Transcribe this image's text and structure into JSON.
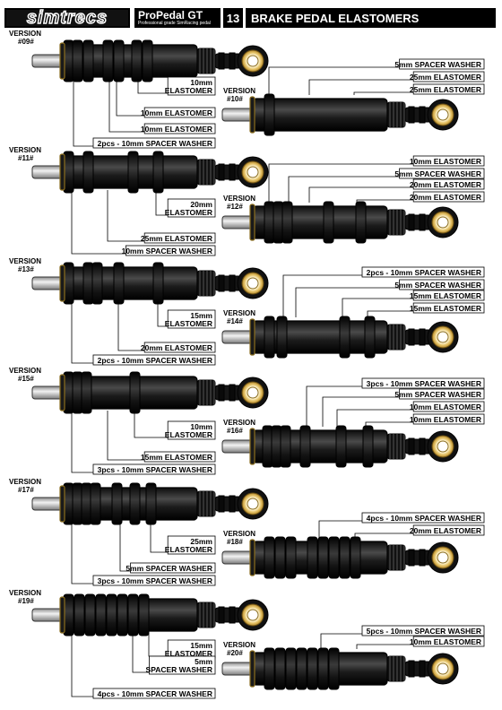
{
  "header": {
    "logo": "simtrecs",
    "product": "ProPedal GT",
    "tagline": "Professional grade SimRacing pedal",
    "page_number": "13",
    "title": "BRAKE PEDAL ELASTOMERS"
  },
  "versions": [
    {
      "id": "v09",
      "label1": "VERSION",
      "label2": "#09#",
      "callouts": [
        [
          "10mm",
          "ELASTOMER"
        ],
        [
          "10mm ELASTOMER"
        ],
        [
          "10mm ELASTOMER"
        ],
        [
          "2pcs - 10mm SPACER WASHER"
        ]
      ]
    },
    {
      "id": "v10",
      "label1": "VERSION",
      "label2": "#10#",
      "callouts": [
        [
          "5mm SPACER WASHER"
        ],
        [
          "25mm ELASTOMER"
        ],
        [
          "25mm ELASTOMER"
        ]
      ]
    },
    {
      "id": "v11",
      "label1": "VERSION",
      "label2": "#11#",
      "callouts": [
        [
          "20mm",
          "ELASTOMER"
        ],
        [
          "25mm ELASTOMER"
        ],
        [
          "10mm SPACER WASHER"
        ]
      ]
    },
    {
      "id": "v12",
      "label1": "VERSION",
      "label2": "#12#",
      "callouts": [
        [
          "10mm ELASTOMER"
        ],
        [
          "5mm SPACER WASHER"
        ],
        [
          "20mm ELASTOMER"
        ],
        [
          "20mm ELASTOMER"
        ]
      ]
    },
    {
      "id": "v13",
      "label1": "VERSION",
      "label2": "#13#",
      "callouts": [
        [
          "15mm",
          "ELASTOMER"
        ],
        [
          "20mm ELASTOMER"
        ],
        [
          "2pcs - 10mm SPACER WASHER"
        ]
      ]
    },
    {
      "id": "v14",
      "label1": "VERSION",
      "label2": "#14#",
      "callouts": [
        [
          "2pcs - 10mm SPACER WASHER"
        ],
        [
          "5mm SPACER WASHER"
        ],
        [
          "15mm ELASTOMER"
        ],
        [
          "15mm ELASTOMER"
        ]
      ]
    },
    {
      "id": "v15",
      "label1": "VERSION",
      "label2": "#15#",
      "callouts": [
        [
          "10mm",
          "ELASTOMER"
        ],
        [
          "15mm ELASTOMER"
        ],
        [
          "3pcs - 10mm SPACER WASHER"
        ]
      ]
    },
    {
      "id": "v16",
      "label1": "VERSION",
      "label2": "#16#",
      "callouts": [
        [
          "3pcs - 10mm SPACER WASHER"
        ],
        [
          "5mm SPACER WASHER"
        ],
        [
          "10mm ELASTOMER"
        ],
        [
          "10mm ELASTOMER"
        ]
      ]
    },
    {
      "id": "v17",
      "label1": "VERSION",
      "label2": "#17#",
      "callouts": [
        [
          "25mm",
          "ELASTOMER"
        ],
        [
          "5mm SPACER WASHER"
        ],
        [
          "3pcs - 10mm SPACER WASHER"
        ]
      ]
    },
    {
      "id": "v18",
      "label1": "VERSION",
      "label2": "#18#",
      "callouts": [
        [
          "4pcs - 10mm SPACER WASHER"
        ],
        [
          "20mm ELASTOMER"
        ]
      ]
    },
    {
      "id": "v19",
      "label1": "VERSION",
      "label2": "#19#",
      "callouts": [
        [
          "15mm",
          "ELASTOMER"
        ],
        [
          "5mm",
          "SPACER WASHER"
        ],
        [
          "4pcs - 10mm SPACER WASHER"
        ]
      ]
    },
    {
      "id": "v20",
      "label1": "VERSION",
      "label2": "#20#",
      "callouts": [
        [
          "5pcs - 10mm SPACER WASHER"
        ],
        [
          "10mm ELASTOMER"
        ]
      ]
    }
  ]
}
